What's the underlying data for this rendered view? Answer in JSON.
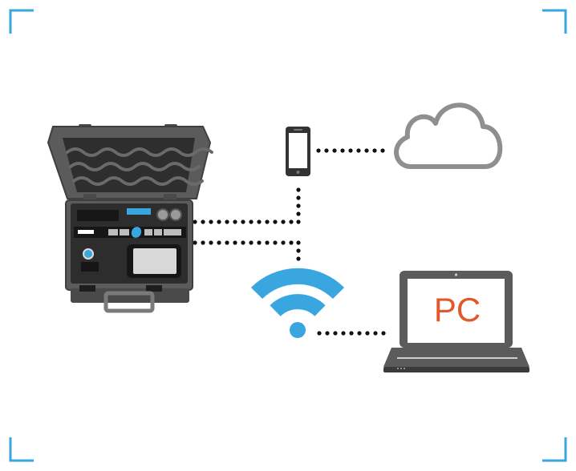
{
  "diagram": {
    "pc_label": "PC",
    "icons": [
      "corner-bracket-icon",
      "instrument-case-icon",
      "smartphone-icon",
      "cloud-icon",
      "wifi-icon",
      "laptop-icon"
    ],
    "connections": [
      {
        "from": "instrument-case",
        "to": "smartphone"
      },
      {
        "from": "smartphone",
        "to": "cloud"
      },
      {
        "from": "instrument-case",
        "to": "wifi"
      },
      {
        "from": "wifi",
        "to": "laptop"
      }
    ]
  },
  "colors": {
    "accent_blue": "#3aa6e0",
    "pc_orange": "#e2582a",
    "dark_gray": "#3a3a3a",
    "mid_gray": "#5e5e5e",
    "light_gray": "#8c8c8c",
    "cloud_stroke": "#8f8f8f",
    "dot": "#111111"
  }
}
